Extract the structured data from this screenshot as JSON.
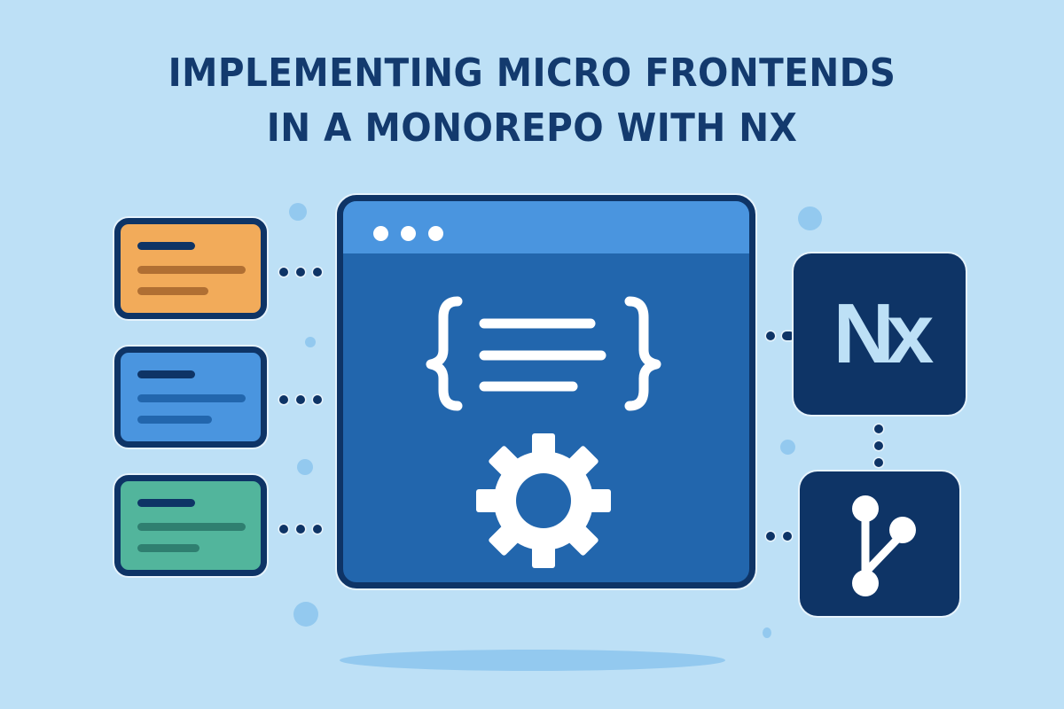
{
  "title": {
    "line1": "IMPLEMENTING MICRO FRONTENDS",
    "line2": "IN A MONOREPO WITH NX"
  },
  "colors": {
    "background": "#bde0f6",
    "navy": "#0e3466",
    "window_body": "#2266ad",
    "window_titlebar": "#4a95df",
    "card_orange": "#f2ab5a",
    "card_blue": "#4a95df",
    "card_green": "#52b59c",
    "bubble": "#93c9ef",
    "white": "#ffffff"
  },
  "micro_frontend_cards": [
    {
      "name": "orange-card",
      "color": "#f2ab5a",
      "line_color": "#b06f33"
    },
    {
      "name": "blue-card",
      "color": "#4a95df",
      "line_color": "#2266ad"
    },
    {
      "name": "green-card",
      "color": "#52b59c",
      "line_color": "#2f7f70"
    }
  ],
  "host_window": {
    "window_controls": 3,
    "icons": [
      "code-braces-icon",
      "gear-icon"
    ]
  },
  "right_tiles": [
    {
      "name": "nx-logo-tile",
      "label": "Nx"
    },
    {
      "name": "git-branch-tile",
      "icon": "git-branch-icon"
    }
  ]
}
